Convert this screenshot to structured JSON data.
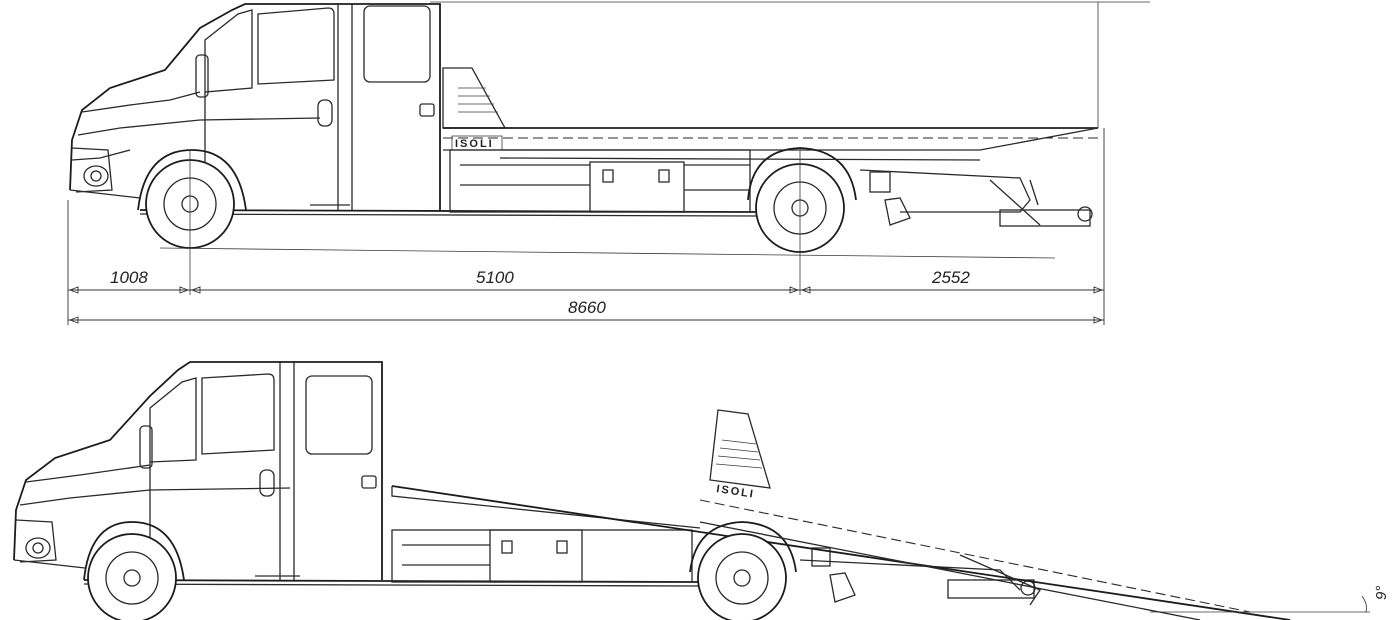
{
  "dimensions": {
    "front_overhang": "1008",
    "wheelbase": "5100",
    "rear_overhang": "2552",
    "overall_length": "8660"
  },
  "bed_branding": "ISOLI",
  "tilt_angle": "9°"
}
